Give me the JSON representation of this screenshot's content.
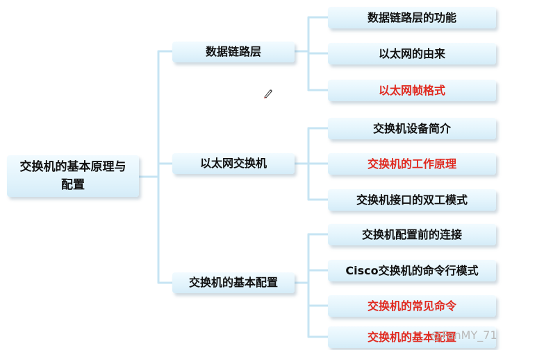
{
  "root": {
    "label_line1": "交换机的基本原理与",
    "label_line2": "配置"
  },
  "sections": [
    {
      "label": "数据链路层",
      "items": [
        {
          "label": "数据链路层的功能",
          "color": "#111111"
        },
        {
          "label": "以太网的由来",
          "color": "#111111"
        },
        {
          "label": "以太网帧格式",
          "color": "#e02a20"
        }
      ]
    },
    {
      "label": "以太网交换机",
      "items": [
        {
          "label": "交换机设备简介",
          "color": "#111111"
        },
        {
          "label": "交换机的工作原理",
          "color": "#e02a20"
        },
        {
          "label": "交换机接口的双工模式",
          "color": "#111111"
        }
      ]
    },
    {
      "label": "交换机的基本配置",
      "items": [
        {
          "label": "交换机配置前的连接",
          "color": "#111111"
        },
        {
          "label": "Cisco交换机的命令行模式",
          "color": "#111111"
        },
        {
          "label": "交换机的常见命令",
          "color": "#e02a20"
        },
        {
          "label": "交换机的基本配置",
          "color": "#e02a20"
        }
      ]
    }
  ],
  "watermark": "@FanMY_71",
  "colors": {
    "connector": "#c9e6f4",
    "red_text": "#e02a20",
    "node_bg": "#e3f4fc"
  },
  "icons": {
    "pen": "pen-cursor-icon"
  }
}
